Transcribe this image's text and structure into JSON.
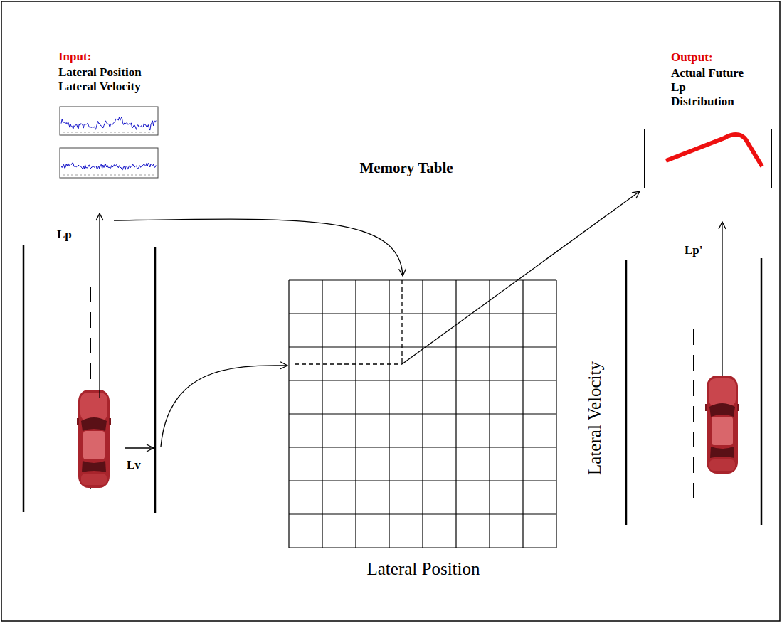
{
  "diagram": {
    "nodes": [
      {
        "text": [
          "Memory Table"
        ]
      },
      {
        "text": [
          "Output:",
          "Actual Future Lp Distribution"
        ]
      }
    ],
    "edges": [
      {
        "from": 0,
        "to": 1,
        "arrow": "to"
      }
    ],
    "labels": [
      "Input:",
      "Lateral Position",
      "Lateral Velocity",
      "Lp",
      "Lv",
      "Lp'",
      "Lateral Position",
      "Lateral Velocity"
    ]
  }
}
